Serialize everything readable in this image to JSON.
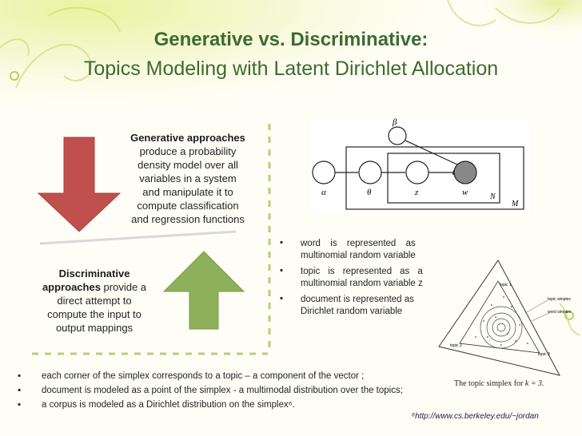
{
  "title": {
    "line1": "Generative vs. Discriminative:",
    "line2": "Topics Modeling with Latent Dirichlet Allocation"
  },
  "generative": {
    "heading": "Generative approaches",
    "lines": [
      "produce a probability",
      "density model over all",
      "variables in a system",
      "and manipulate it to",
      "compute classification",
      "and regression functions"
    ]
  },
  "discriminative": {
    "heading_line1": "Discriminative",
    "heading_line2": "approaches",
    "line2_rest": " provide a",
    "lines": [
      "direct attempt to",
      "compute the input to",
      "output mappings"
    ]
  },
  "plate_diagram": {
    "nodes": [
      "α",
      "θ",
      "z",
      "w",
      "β"
    ],
    "plate_labels": [
      "N",
      "M"
    ]
  },
  "bullets": [
    {
      "line1": "word is represented as",
      "line2": "multinomial random variable"
    },
    {
      "line1": "topic is represented as a",
      "line2": "multinomial random variable z"
    },
    {
      "line1": "document is represented as",
      "line2": "Dirichlet random variable"
    }
  ],
  "simplex": {
    "caption": "The topic simplex for",
    "caption_math": "k = 3.",
    "labels": [
      "topic 1",
      "topic 2",
      "topic 3",
      "topic simplex",
      "word simplex"
    ]
  },
  "bottom_bullets": [
    "each corner of the simplex corresponds to a topic – a component of the vector  ;",
    "document is modeled as a point of the simplex - a multimodal distribution over the topics;",
    "a corpus is modeled as a Dirichlet distribution on the simplex⁶."
  ],
  "footnote": "⁶http://www.cs.berkeley.edu/~jordan",
  "colors": {
    "title": "#3e6a33",
    "red_arrow": "#c0504d",
    "green_arrow": "#8fb05a",
    "dash": "#b7cf7a"
  },
  "icons": {
    "bullet": "square-bullet-icon",
    "down_arrow": "red-down-arrow-icon",
    "up_arrow": "green-up-arrow-icon"
  }
}
